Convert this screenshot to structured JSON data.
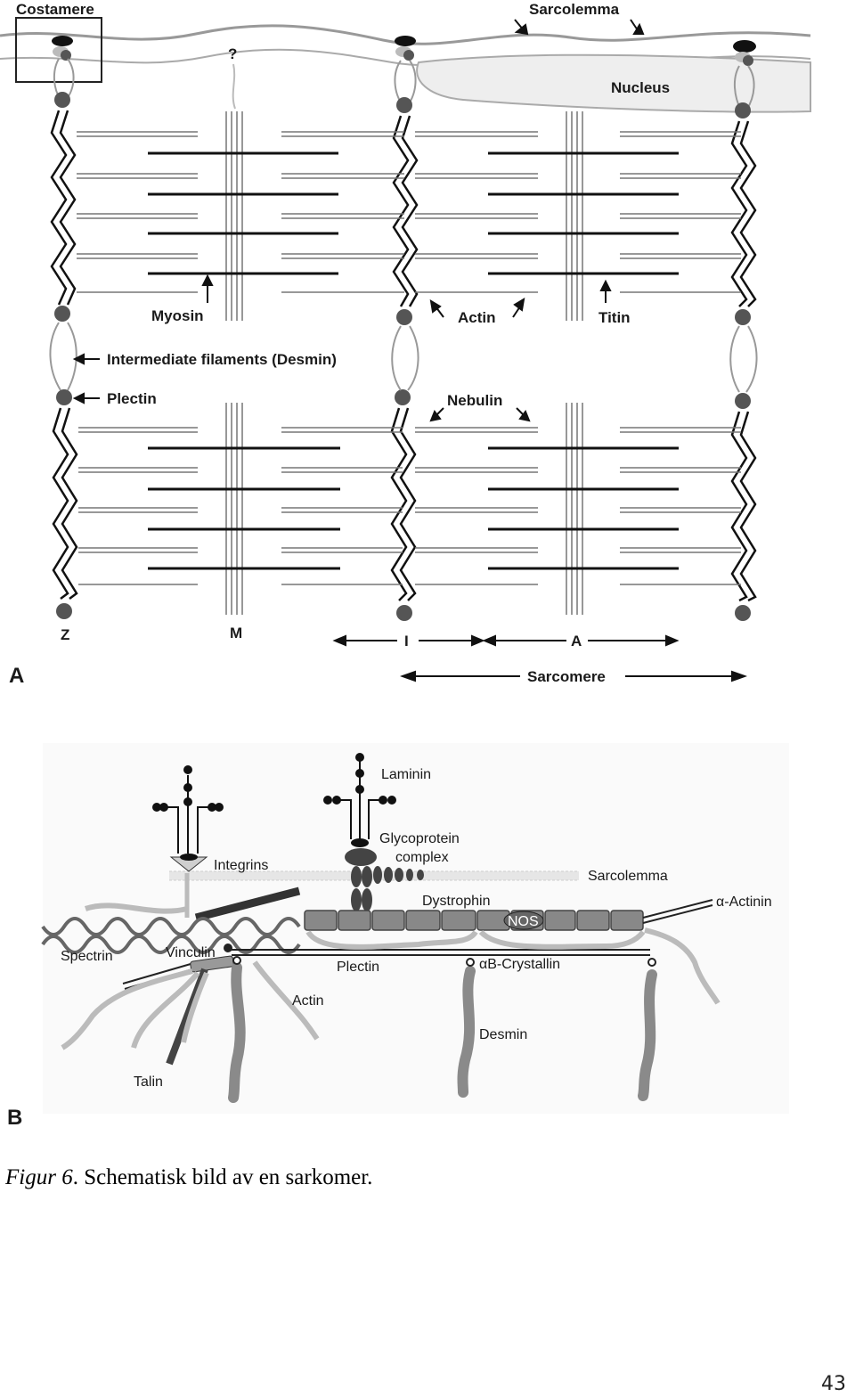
{
  "panel_a": {
    "panel_label": "A",
    "labels": {
      "costamere": "Costamere",
      "sarcolemma": "Sarcolemma",
      "question": "?",
      "nucleus": "Nucleus",
      "myosin": "Myosin",
      "actin": "Actin",
      "titin": "Titin",
      "intermediate_filaments": "Intermediate filaments (Desmin)",
      "plectin": "Plectin",
      "nebulin": "Nebulin",
      "z": "Z",
      "m": "M",
      "i_band": "I",
      "a_band": "A",
      "sarcomere": "Sarcomere"
    }
  },
  "panel_b": {
    "panel_label": "B",
    "labels": {
      "laminin": "Laminin",
      "glycoprotein_1": "Glycoprotein",
      "glycoprotein_2": "complex",
      "integrins": "Integrins",
      "sarcolemma": "Sarcolemma",
      "dystrophin": "Dystrophin",
      "alpha_actinin": "α-Actinin",
      "nos": "NOS",
      "spectrin": "Spectrin",
      "vinculin": "Vinculin",
      "plectin": "Plectin",
      "ab_crystallin": "αB-Crystallin",
      "actin": "Actin",
      "desmin": "Desmin",
      "talin": "Talin"
    }
  },
  "caption": {
    "prefix": "Figur 6",
    "text": ". Schematisk bild av en sarkomer."
  },
  "page_number": "43"
}
